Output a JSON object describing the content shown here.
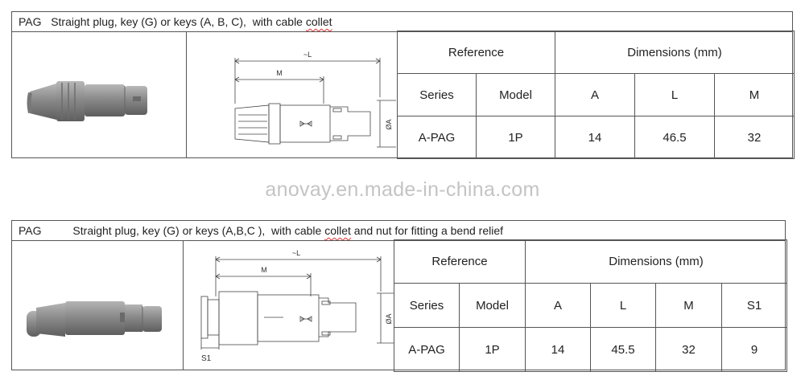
{
  "block1": {
    "title_prefix": "PAG   Straight plug, key (G) or keys (A, B, C),  with cable ",
    "title_flagged": "collet",
    "dim_l": "~L",
    "dim_m": "M",
    "dim_a": "ØA",
    "reference_header": "Reference",
    "dimensions_header": "Dimensions (mm)",
    "col_series": "Series",
    "col_model": "Model",
    "col_a": "A",
    "col_l": "L",
    "col_m": "M",
    "row": {
      "series": "A-PAG",
      "model": "1P",
      "a": "14",
      "l": "46.5",
      "m": "32"
    }
  },
  "watermark": "anovay.en.made-in-china.com",
  "block2": {
    "title_prefix": "PAG          Straight plug, key (G) or keys (A,B,C ),  with cable ",
    "title_flagged": "collet",
    "title_suffix": " and nut for fitting a bend relief",
    "dim_l": "~L",
    "dim_m": "M",
    "dim_a": "ØA",
    "dim_s1": "S1",
    "reference_header": "Reference",
    "dimensions_header": "Dimensions (mm)",
    "col_series": "Series",
    "col_model": "Model",
    "col_a": "A",
    "col_l": "L",
    "col_m": "M",
    "col_s1": "S1",
    "row": {
      "series": "A-PAG",
      "model": "1P",
      "a": "14",
      "l": "45.5",
      "m": "32",
      "s1": "9"
    }
  },
  "colors": {
    "border": "#555555",
    "plug_gray": "#8c8c8c",
    "watermark": "#c4c4c4",
    "spellcheck": "#e03030"
  },
  "icon_names": [
    "connector-plug-photo",
    "technical-drawing"
  ]
}
